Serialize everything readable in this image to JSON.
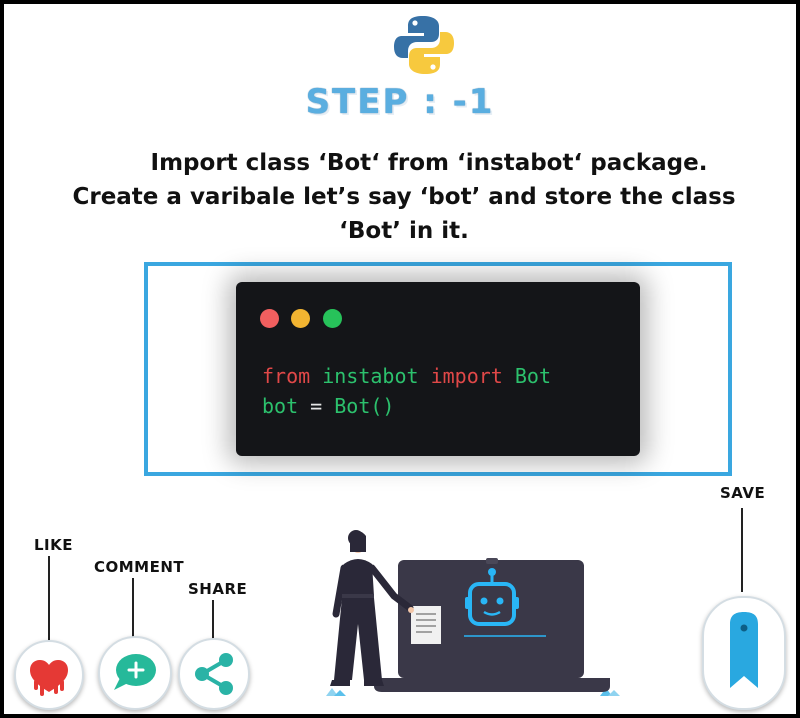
{
  "title": "STEP : -1",
  "description": {
    "line1": "Import class ‘Bot‘ from ‘instabot‘ package.",
    "line2": "Create a varibale let’s say ‘bot’ and store the class",
    "line3": "‘Bot’ in it."
  },
  "code": {
    "line1": [
      "from",
      "instabot",
      "import",
      "Bot"
    ],
    "line2": [
      "bot",
      "=",
      "Bot()"
    ]
  },
  "actions": {
    "like": "LIKE",
    "comment": "COMMENT",
    "share": "SHARE",
    "save": "SAVE"
  },
  "colors": {
    "accent": "#3aa7e0",
    "like": "#e53935",
    "comment": "#26b99a",
    "share": "#2ab3a6",
    "save": "#29a8e0"
  }
}
